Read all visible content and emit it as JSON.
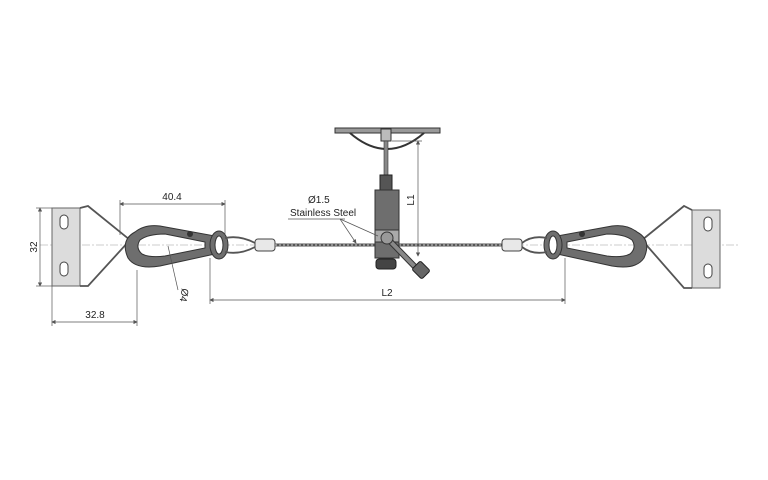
{
  "dimensions": {
    "height_32": "32",
    "width_40_4": "40.4",
    "width_32_8": "32.8",
    "diameter_4": "Ø4",
    "length_l1": "L1",
    "length_l2": "L2"
  },
  "callout": {
    "cable_diameter": "Ø1.5",
    "cable_material": "Stainless Steel"
  }
}
